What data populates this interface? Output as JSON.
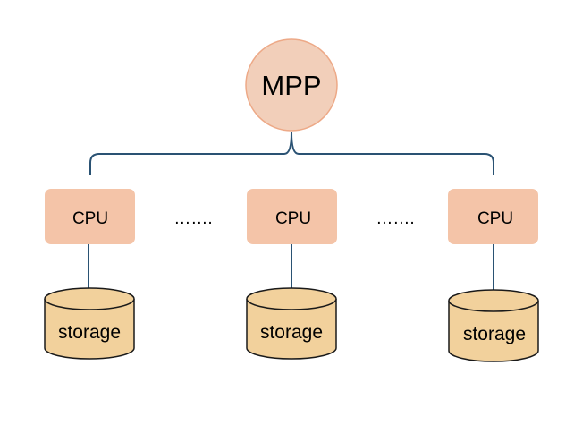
{
  "diagram": {
    "root": {
      "label": "MPP",
      "fill": "#F2CFBA",
      "stroke": "#EDA987"
    },
    "nodes": [
      {
        "cpu_label": "CPU",
        "storage_label": "storage"
      },
      {
        "cpu_label": "CPU",
        "storage_label": "storage"
      },
      {
        "cpu_label": "CPU",
        "storage_label": "storage"
      }
    ],
    "ellipses": [
      "…….",
      "……."
    ],
    "colors": {
      "cpu_fill": "#F4C4A8",
      "storage_fill": "#F2D19C",
      "storage_stroke": "#1A1A1A",
      "connector": "#2A5273"
    }
  }
}
